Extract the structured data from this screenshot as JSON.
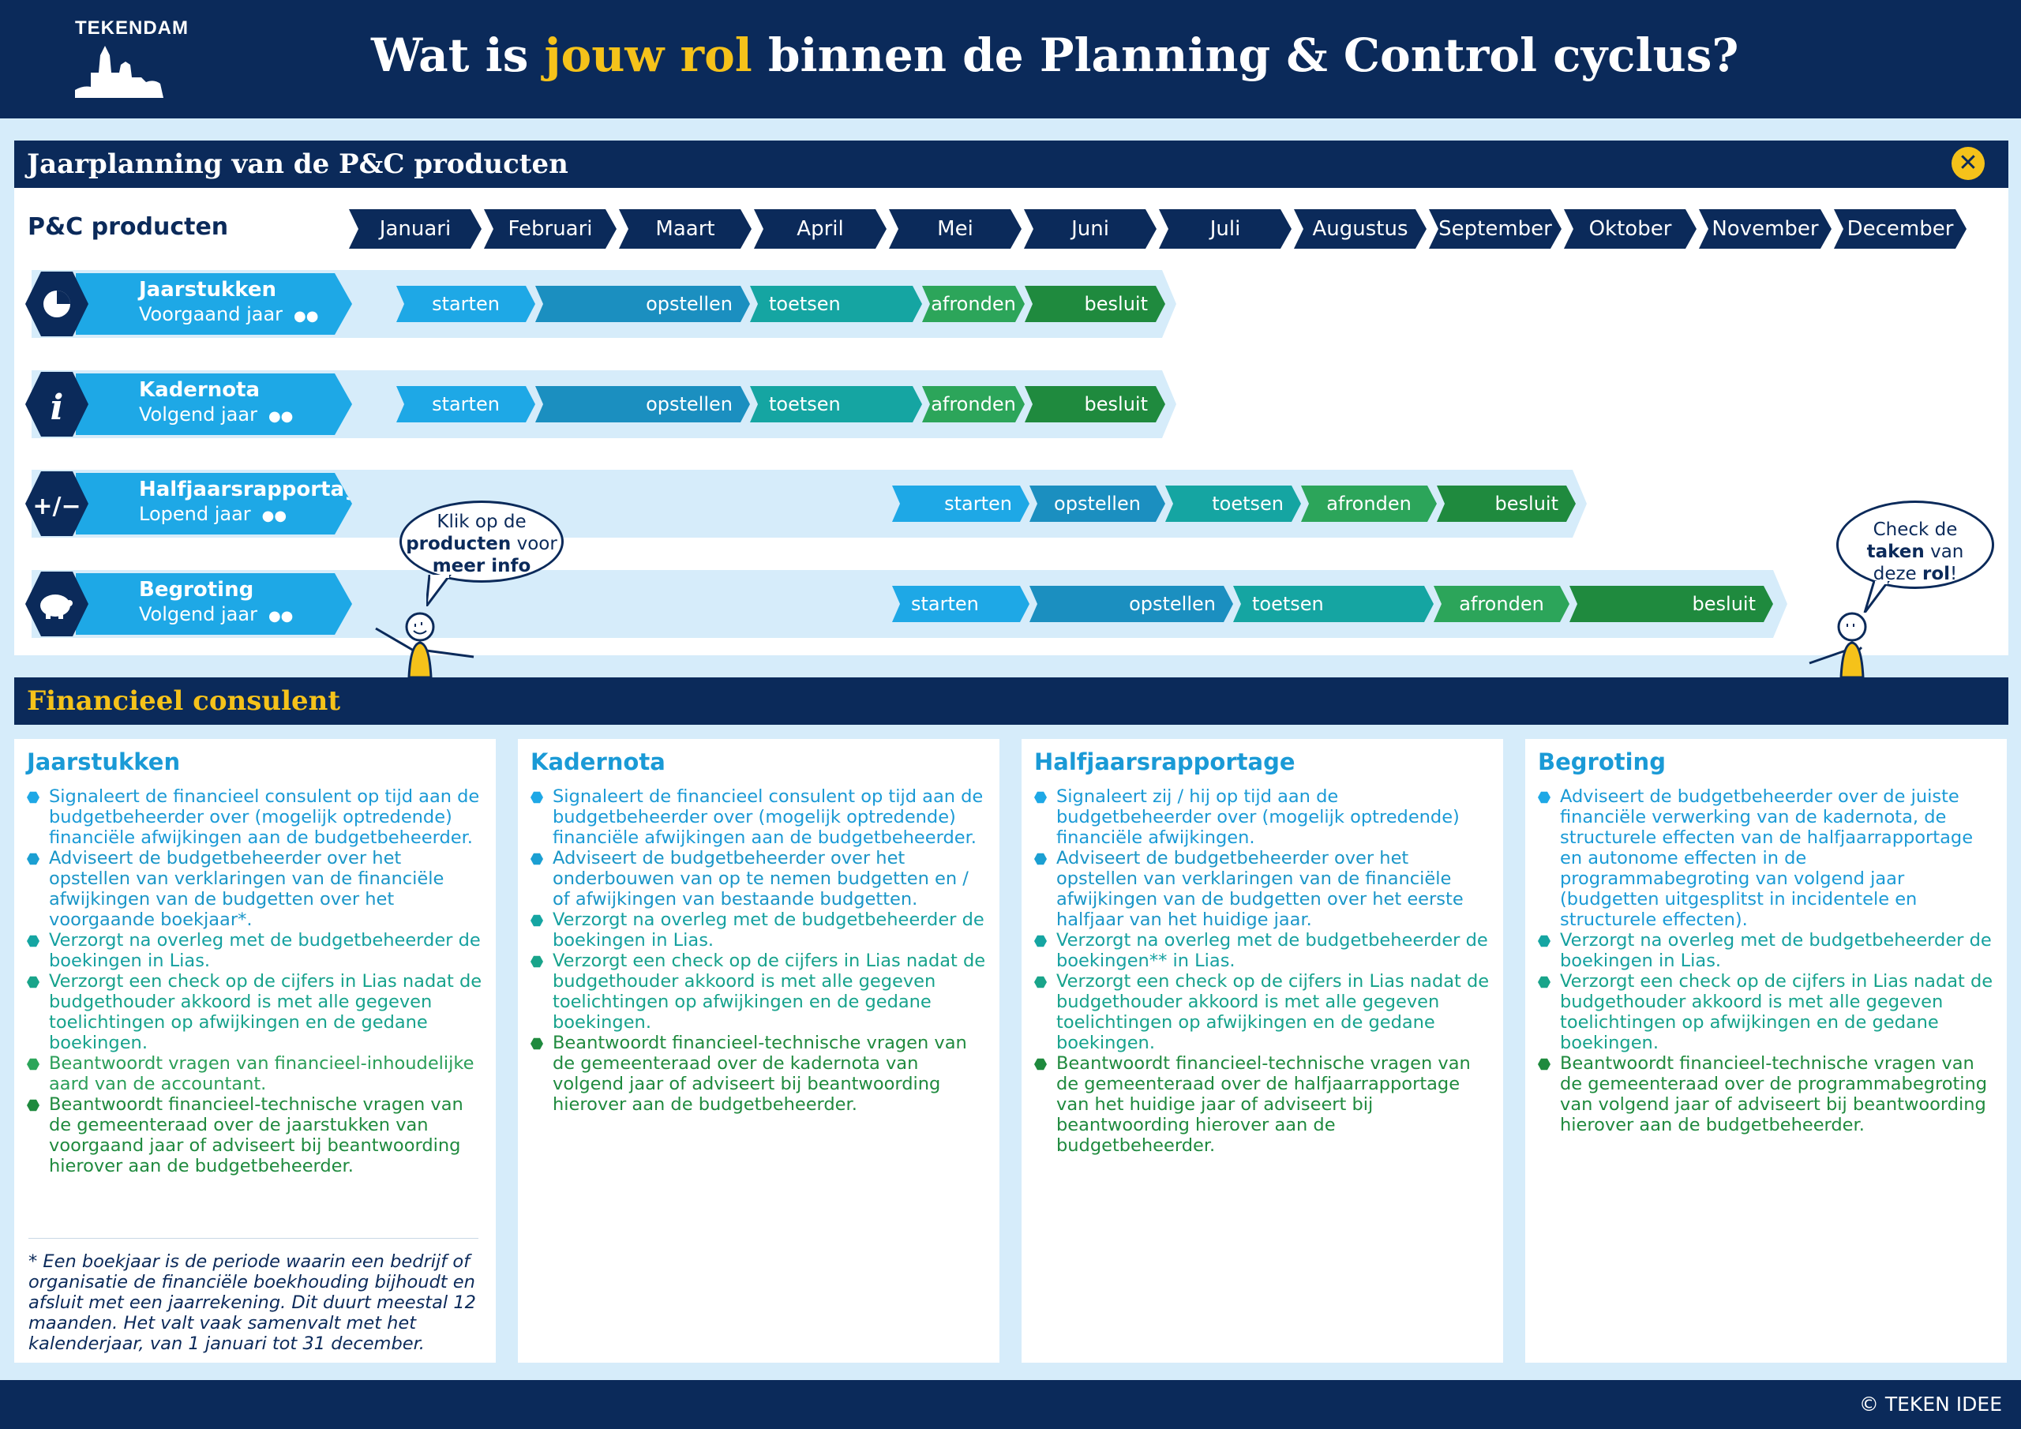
{
  "header": {
    "logo": "TEKENDAM",
    "title_pre": "Wat is ",
    "title_hl": "jouw rol",
    "title_post": " binnen de Planning & Control cyclus?"
  },
  "planning": {
    "title": "Jaarplanning van de P&C producten",
    "close": "✕",
    "label": "P&C producten",
    "months": [
      "Januari",
      "Februari",
      "Maart",
      "April",
      "Mei",
      "Juni",
      "Juli",
      "Augustus",
      "September",
      "Oktober",
      "November",
      "December"
    ],
    "products": [
      {
        "name": "Jaarstukken",
        "sub": "Voorgaand jaar",
        "phases": [
          "starten",
          "opstellen",
          "toetsen",
          "afronden",
          "besluit"
        ]
      },
      {
        "name": "Kadernota",
        "sub": "Volgend jaar",
        "phases": [
          "starten",
          "opstellen",
          "toetsen",
          "afronden",
          "besluit"
        ]
      },
      {
        "name": "Halfjaarsrapportage",
        "sub": "Lopend jaar",
        "phases": [
          "starten",
          "opstellen",
          "toetsen",
          "afronden",
          "besluit"
        ]
      },
      {
        "name": "Begroting",
        "sub": "Volgend jaar",
        "phases": [
          "starten",
          "opstellen",
          "toetsen",
          "afronden",
          "besluit"
        ]
      }
    ],
    "bubble_left": {
      "l1": "Klik op de",
      "l2a": "producten",
      "l2b": " voor",
      "l3": "meer info"
    },
    "bubble_right": {
      "l1": "Check de",
      "l2a": "taken",
      "l2b": " van",
      "l3a": "deze ",
      "l3b": "rol",
      "l3c": "!"
    }
  },
  "role": {
    "title": "Financieel consulent"
  },
  "columns": [
    {
      "title": "Jaarstukken",
      "items": [
        "Signaleert de financieel consulent op tijd aan de budgetbeheerder over (mogelijk optredende) financiële afwijkingen aan de budgetbeheerder.",
        "Adviseert de budgetbeheerder over het opstellen van verklaringen van de financiële afwijkingen van de budgetten over het voorgaande boekjaar*.",
        "Verzorgt na overleg met de budgetbeheerder de boekingen in Lias.",
        "Verzorgt een check op de cijfers in Lias nadat de budgethouder akkoord is met alle gegeven toelichtingen op afwijkingen en de gedane boekingen.",
        "Beantwoordt vragen van financieel-inhoudelijke aard van de accountant.",
        "Beantwoordt financieel-technische vragen van de gemeenteraad over de jaarstukken van voorgaand jaar of  adviseert bij beantwoording hierover aan de budgetbeheerder."
      ],
      "note": "* Een boekjaar is de periode waarin een bedrijf of organisatie de financiële boekhouding bijhoudt en afsluit met een jaarrekening. Dit duurt meestal 12 maanden. Het valt vaak samenvalt met het kalenderjaar, van 1 januari tot 31 december."
    },
    {
      "title": "Kadernota",
      "items": [
        "Signaleert de financieel consulent op tijd aan de budgetbeheerder over (mogelijk optredende) financiële afwijkingen aan de budgetbeheerder.",
        "Adviseert de budgetbeheerder over het onderbouwen van op te nemen budgetten en / of afwijkingen van bestaande budgetten.",
        "Verzorgt na overleg met de budgetbeheerder de boekingen in Lias.",
        "Verzorgt een check op de cijfers in Lias nadat de budgethouder akkoord is met alle gegeven toelichtingen op afwijkingen en de gedane boekingen.",
        "Beantwoordt financieel-technische vragen van de gemeenteraad over de kadernota van volgend jaar of adviseert bij beantwoording hierover aan de budgetbeheerder."
      ]
    },
    {
      "title": "Halfjaarsrapportage",
      "items": [
        "Signaleert zij / hij op tijd aan de budgetbeheerder over (mogelijk optredende) financiële afwijkingen.",
        "Adviseert de budgetbeheerder over het opstellen van verklaringen van de financiële afwijkingen van de budgetten over het eerste halfjaar van het huidige jaar.",
        "Verzorgt na overleg met de budgetbeheerder de boekingen** in Lias.",
        "Verzorgt een check op de cijfers in Lias nadat de budgethouder akkoord is met alle gegeven toelichtingen op afwijkingen en de gedane boekingen.",
        "Beantwoordt financieel-technische vragen van de gemeenteraad over de halfjaarrapportage van het huidige jaar of adviseert bij beantwoording hierover aan de budgetbeheerder."
      ]
    },
    {
      "title": "Begroting",
      "items": [
        "Adviseert de budgetbeheerder over de juiste financiële verwerking van de kadernota, de structurele effecten van de halfjaarrapportage en autonome effecten in de programmabegroting van volgend jaar (budgetten uitgesplitst in incidentele en structurele effecten).",
        "Verzorgt na overleg met de budgetbeheerder de boekingen in Lias.",
        "Verzorgt een check op de cijfers in Lias nadat de budgethouder akkoord is met alle gegeven toelichtingen op afwijkingen en de gedane boekingen.",
        "Beantwoordt financieel-technische vragen van de gemeenteraad over de programmabegroting van volgend jaar of adviseert bij beantwoording hierover aan de budgetbeheerder."
      ]
    }
  ],
  "colors": {
    "navy": "#0b2a5a",
    "yellow": "#f5c21a",
    "blue": "#1ea8e6",
    "teal": "#15a5a2",
    "green": "#1f8a3e"
  },
  "footer": {
    "copyright": "© TEKEN IDEE"
  }
}
